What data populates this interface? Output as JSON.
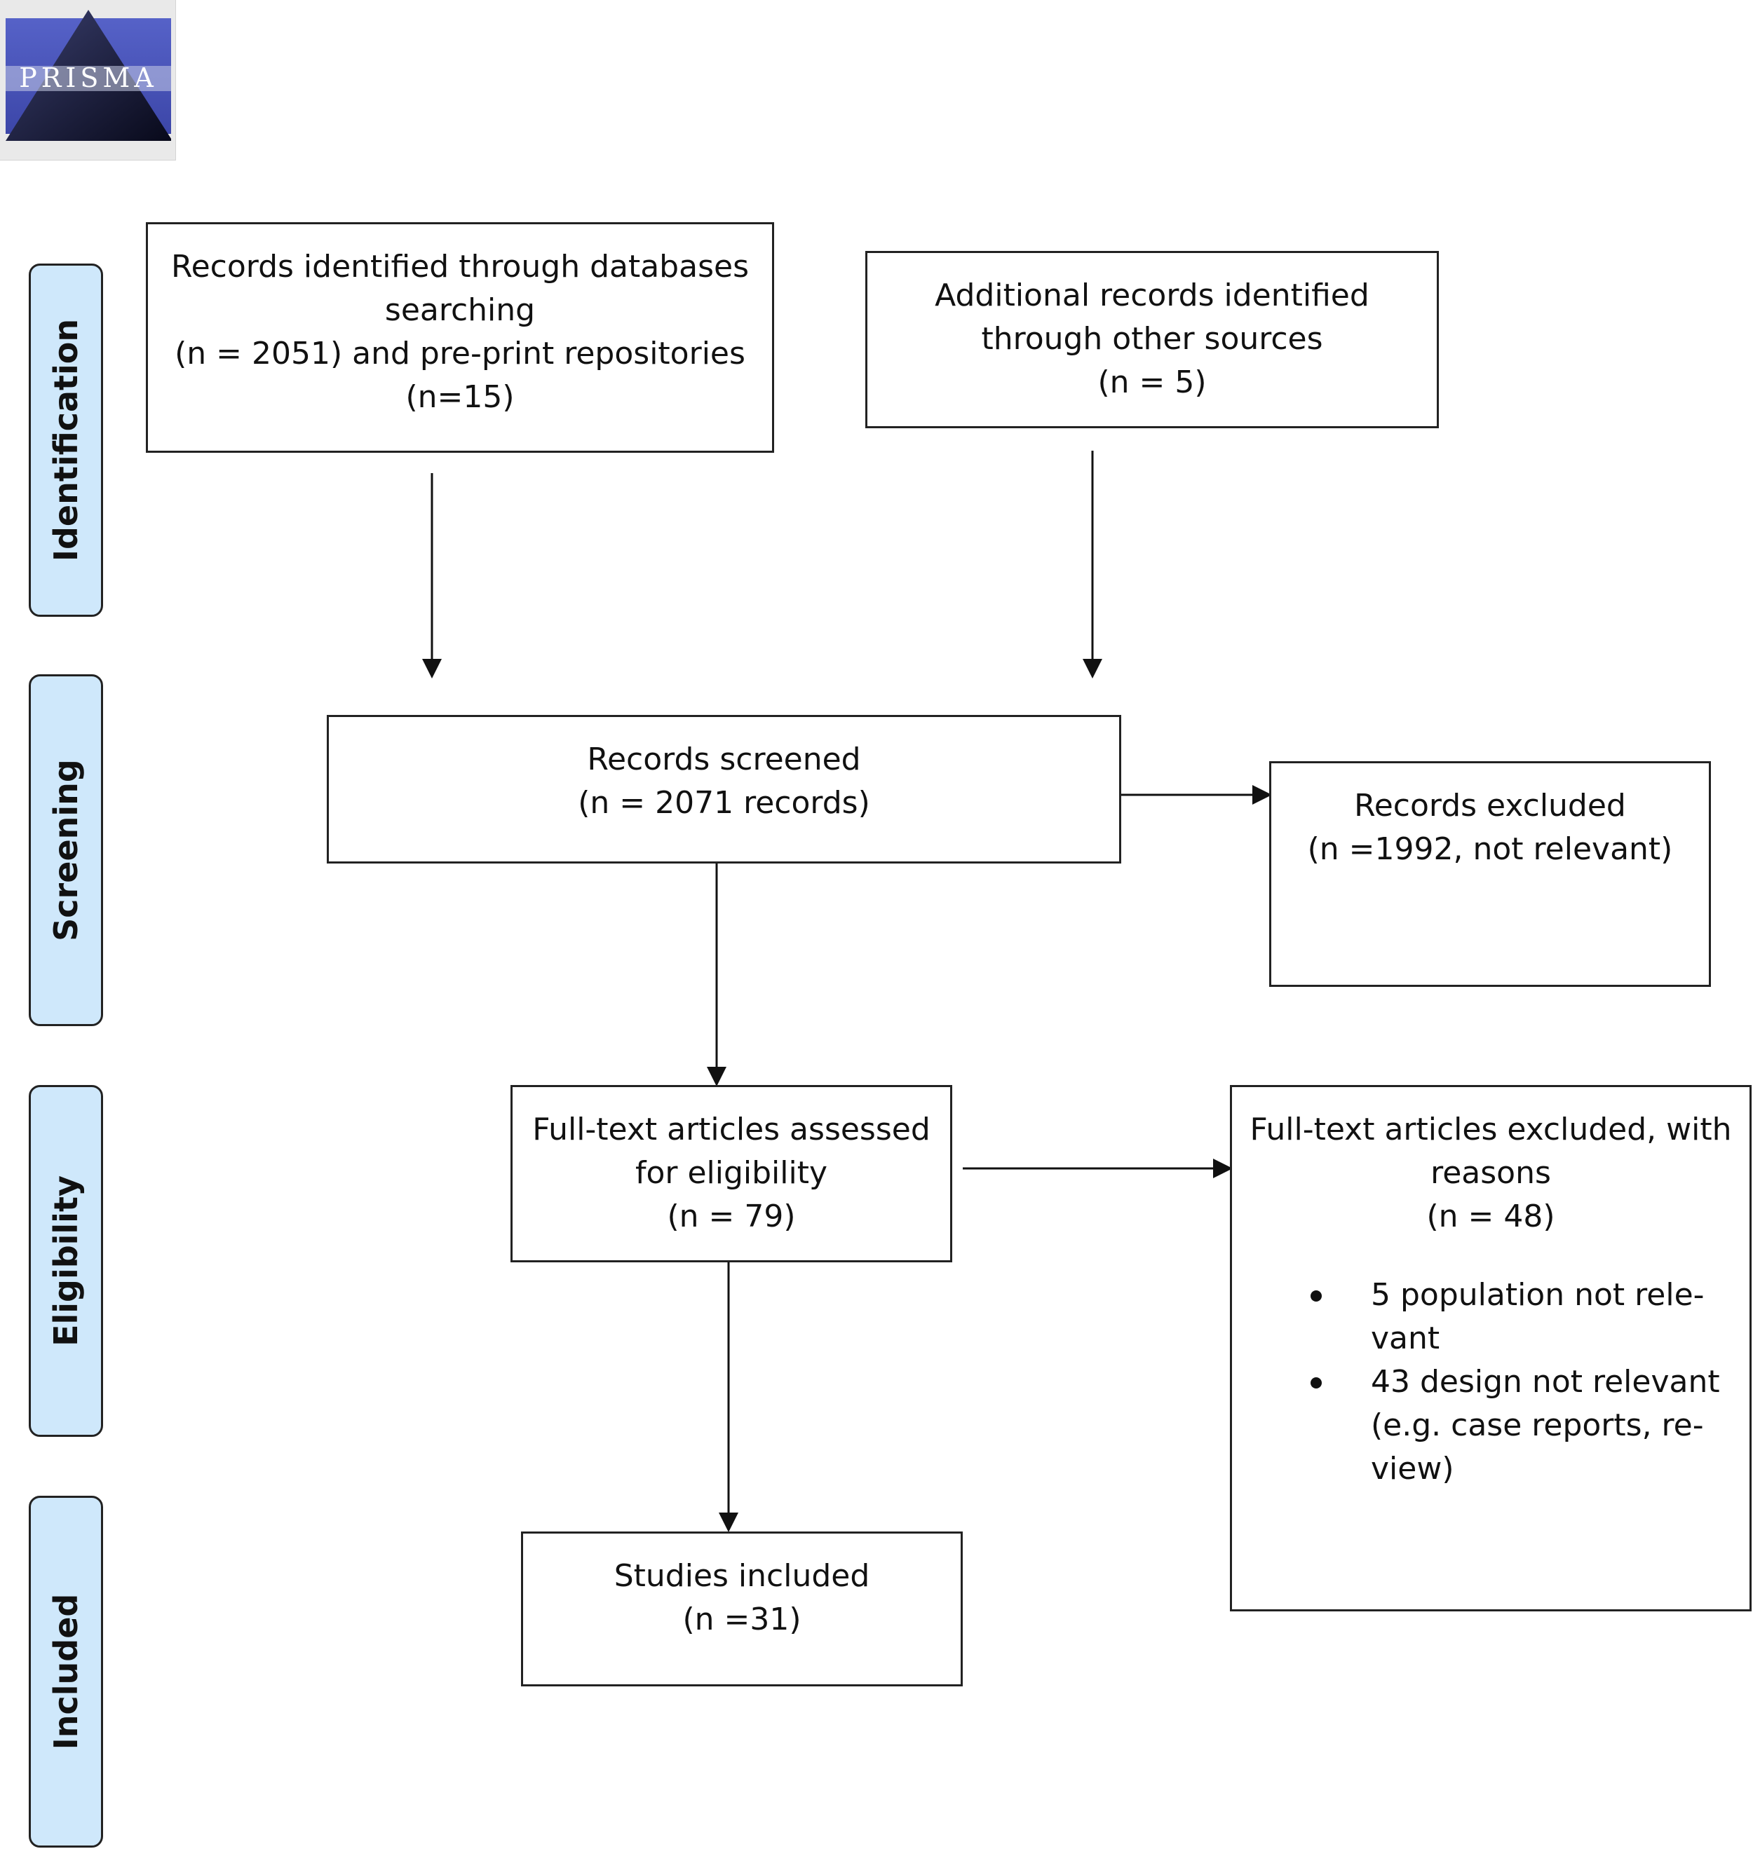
{
  "logo": {
    "text": "PRISMA"
  },
  "phases": [
    {
      "label": "Identification"
    },
    {
      "label": "Screening"
    },
    {
      "label": "Eligibility"
    },
    {
      "label": "Included"
    }
  ],
  "boxes": {
    "databases": {
      "lines": [
        "Records identified through databases",
        "searching",
        "(n = 2051) and pre-print repositories",
        "(n=15)"
      ]
    },
    "other_sources": {
      "lines": [
        "Additional records identified",
        "through other sources",
        "(n = 5)"
      ]
    },
    "screened": {
      "lines": [
        "Records screened",
        "(n = 2071 records)"
      ]
    },
    "excluded": {
      "lines": [
        "Records excluded",
        "(n =1992, not relevant)"
      ]
    },
    "fulltext": {
      "lines": [
        "Full-text articles assessed",
        "for eligibility",
        "(n = 79)"
      ]
    },
    "fulltext_excluded": {
      "lines": [
        "Full-text articles excluded, with",
        "reasons",
        "(n = 48)"
      ],
      "reasons": [
        {
          "lines": [
            "5 population not rele-",
            "vant"
          ]
        },
        {
          "lines": [
            "43 design not relevant",
            "(e.g. case reports, re-",
            "view)"
          ]
        }
      ]
    },
    "included": {
      "lines": [
        "Studies included",
        "(n =31)"
      ]
    }
  }
}
